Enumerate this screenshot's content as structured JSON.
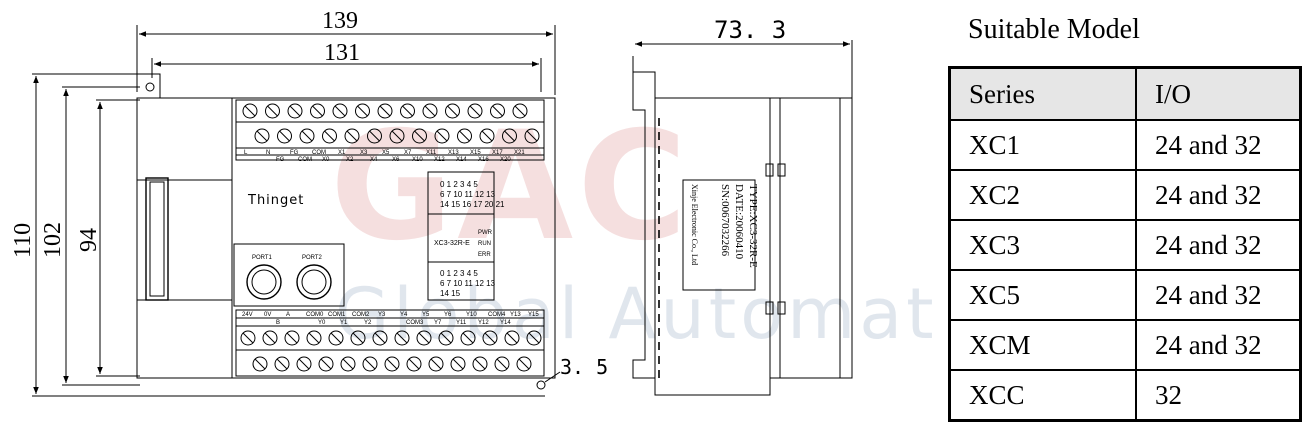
{
  "dimensions": {
    "width_139": "139",
    "width_131": "131",
    "height_110": "110",
    "height_102": "102",
    "height_94": "94",
    "depth_73_3": "73. 3",
    "hole_3_5": "3. 5"
  },
  "front_panel": {
    "brand": "Thinget",
    "top_row_labels": [
      "L",
      "N",
      "FG",
      "COM",
      "X1",
      "X3",
      "X5",
      "X7",
      "X11",
      "X13",
      "X15",
      "X17",
      "X21"
    ],
    "top_row_labels_lower": [
      "",
      "FG",
      "COM",
      "X0",
      "X2",
      "X4",
      "X6",
      "X10",
      "X12",
      "X14",
      "X16",
      "X20"
    ],
    "bottom_row_labels": [
      "24V",
      "0V",
      "A",
      "COM0",
      "COM1",
      "COM2",
      "Y3",
      "Y4",
      "Y5",
      "Y6",
      "Y10",
      "COM4",
      "Y13",
      "Y15"
    ],
    "bottom_row_labels_lower": [
      "",
      "B",
      "Y0",
      "Y1",
      "Y2",
      "COM3",
      "Y7",
      "Y11",
      "Y12",
      "Y14"
    ],
    "input_leds": [
      "0 1 2 3 4 5",
      "6 7 10 11 12 13",
      "14 15 16 17 20 21"
    ],
    "output_leds": [
      "0 1 2 3 4 5",
      "6 7 10 11 12 13",
      "14 15"
    ],
    "model": "XC3-32R-E",
    "status_leds": [
      "PWR",
      "RUN",
      "ERR"
    ],
    "ports": [
      "PORT1",
      "PORT2"
    ]
  },
  "side_label": {
    "type": "TYPE:XC3-32R-E",
    "date": "DATE:20060410",
    "sn": "SN:0067032266",
    "maker": "Xinje Electronic Co., Ltd"
  },
  "watermark": {
    "line1": "GAC",
    "line2": "Global Automation"
  },
  "table": {
    "title": "Suitable Model",
    "headers": [
      "Series",
      "I/O"
    ],
    "rows": [
      [
        "XC1",
        "24 and 32"
      ],
      [
        "XC2",
        "24 and 32"
      ],
      [
        "XC3",
        "24 and 32"
      ],
      [
        "XC5",
        "24 and 32"
      ],
      [
        "XCM",
        "24 and 32"
      ],
      [
        "XCC",
        "32"
      ]
    ]
  },
  "colors": {
    "watermark": "#c7d3e0",
    "table_header_bg": "#e6e6e6",
    "line": "#000000"
  }
}
